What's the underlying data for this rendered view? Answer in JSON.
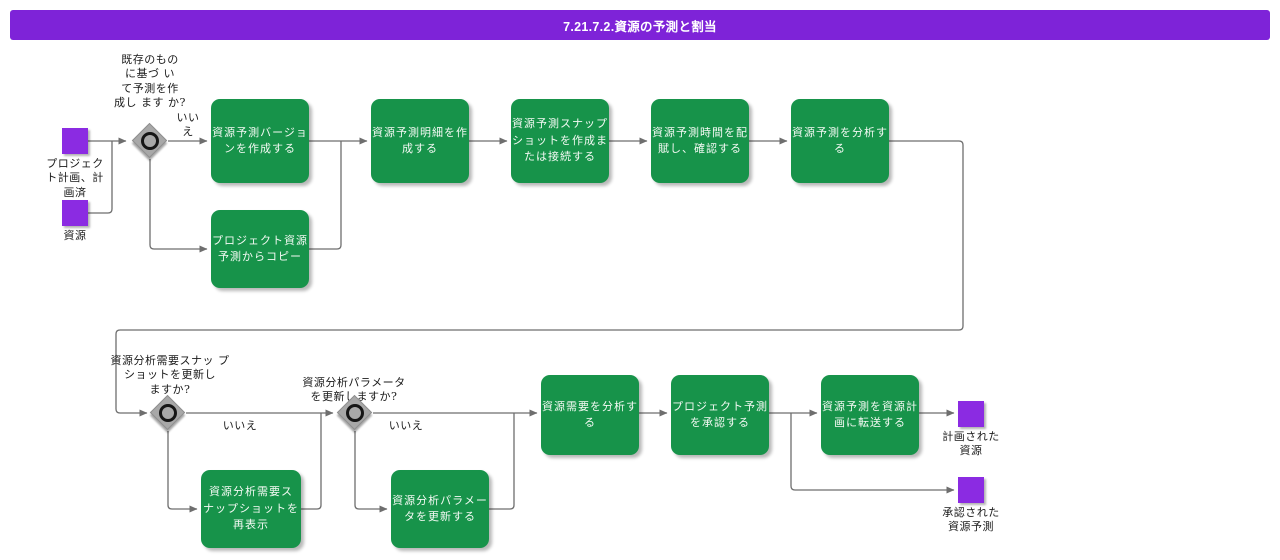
{
  "title": "7.21.7.2.資源の予測と割当",
  "colors": {
    "title_bar": "#7e23d8",
    "event_purple": "#8b2be2",
    "task_green": "#17934a",
    "gateway_gray": "#a8a8a8",
    "wire_gray": "#6e6e6e"
  },
  "events": {
    "start_project_plan": "プロジェク\nト計画、計\n画済",
    "start_resource": "資源",
    "end_planned_resource": "計画された\n資源",
    "end_approved_forecast": "承認された\n資源予測"
  },
  "questions": {
    "create_from_existing": "既存のもの\nに基づ い\nて予測を作\n成し ます か?",
    "update_snapshot": "資源分析需要スナッ プ\nショットを更新し\nますか?",
    "update_params": "資源分析パラメータ\nを更新しますか?"
  },
  "branch_labels": {
    "no_wrapped": "いい\nえ",
    "no_snapshot": "いいえ",
    "no_params": "いいえ"
  },
  "tasks": {
    "create_version": "資源予測バージョ\nンを作成する",
    "copy_from_project": "プロジェクト資源\n予測からコピー",
    "create_detail": "資源予測明細を作\n成する",
    "create_snapshot": "資源予測スナップ\nショットを作成ま\nたは接続する",
    "allocate_time": "資源予測時間を配\n賦し、確認する",
    "analyze_forecast": "資源予測を分析す\nる",
    "analyze_demand": "資源需要を分析す\nる",
    "approve_forecast": "プロジェクト予測\nを承認する",
    "transfer_forecast": "資源予測を資源計\n画に転送する",
    "redisplay_snapshot": "資源分析需要ス\nナップショットを\n再表示",
    "update_params": "資源分析パラメー\nタを更新する"
  }
}
